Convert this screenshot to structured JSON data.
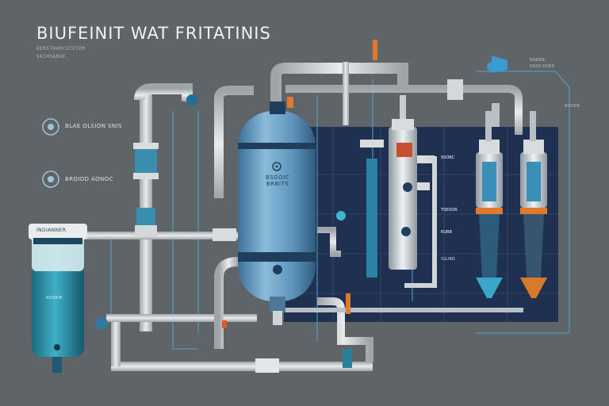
{
  "header": {
    "title": "BIUFEINIT WAT FRITATINIS",
    "subtitle_line1": "DERSTHORCOTETOR",
    "subtitle_line2": "SKIHSARGE"
  },
  "labels": {
    "left_box_top": "BLAE OLSION SNIS",
    "left_box_bottom": "BROIDD AONOC",
    "right_top": "NAREB",
    "right_top2": "OSOCADES",
    "right_side": "ROSER",
    "left_tank_cap": "INDIANNER",
    "left_tank_body": "ROSKIE",
    "center_tank": "BSOOIC BRBITS",
    "col_label1": "SSORC",
    "col_label2": "TSEOOR",
    "col_label3": "RUBR",
    "panel_label": "SSLOBS"
  },
  "colors": {
    "background": "#5f6469",
    "tank_blue": "#6fa4c8",
    "panel_navy": "#1d2f4f",
    "pipe_gray": "#c8ccce",
    "water": "#2b8ea6",
    "accent_orange": "#e07a2a"
  },
  "icons": {
    "left_badge": "circle-badge-icon",
    "center_tank_emblem": "molecule-icon",
    "valve": "valve-icon"
  }
}
